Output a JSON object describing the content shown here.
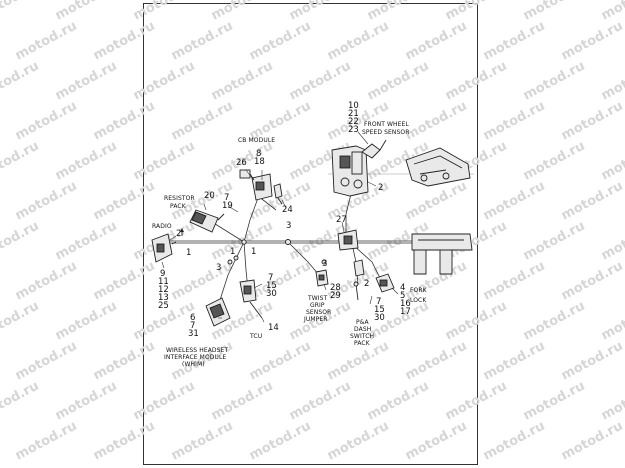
{
  "watermark": "motod.ru",
  "labels": {
    "cb_module": "CB MODULE",
    "front_wheel_speed_sensor_1": "FRONT WHEEL",
    "front_wheel_speed_sensor_2": "SPEED SENSOR",
    "resistor_pack_1": "RESISTOR",
    "resistor_pack_2": "PACK",
    "radio": "RADIO",
    "fork_lock_1": "FORK",
    "fork_lock_2": "LOCK",
    "twist_grip_1": "TWIST",
    "twist_grip_2": "GRIP",
    "twist_grip_3": "SENSOR",
    "twist_grip_4": "JUMPER",
    "pa_dash_1": "P&A",
    "pa_dash_2": "DASH",
    "pa_dash_3": "SWITCH",
    "pa_dash_4": "PACK",
    "tcu": "TCU",
    "whim_1": "WIRELESS HEADSET",
    "whim_2": "INTERFACE MODULE",
    "whim_3": "(WHIM)"
  },
  "callouts": {
    "fw_10": "10",
    "fw_21": "21",
    "fw_22": "22",
    "fw_23": "23",
    "fw_2": "2",
    "cb_8": "8",
    "cb_18": "18",
    "cb_26": "26",
    "rp_20": "20",
    "rp_7": "7",
    "rp_19": "19",
    "c24": "24",
    "c27": "27",
    "radio_2": "2",
    "radio_1": "1",
    "radio_9": "9",
    "radio_11": "11",
    "radio_12": "12",
    "radio_13": "13",
    "radio_25": "25",
    "mid_1a": "1",
    "mid_1b": "1",
    "mid_3a": "3",
    "mid_3b": "3",
    "mid_3c": "3",
    "tcu_7": "7",
    "tcu_15": "15",
    "tcu_30": "30",
    "tcu_14": "14",
    "tg_28": "28",
    "tg_29": "29",
    "pa_2": "2",
    "pa_7": "7",
    "pa_15": "15",
    "pa_30": "30",
    "fl_4": "4",
    "fl_5": "5",
    "fl_16": "16",
    "fl_17": "17",
    "wh_6": "6",
    "wh_7": "7",
    "wh_31": "31"
  }
}
